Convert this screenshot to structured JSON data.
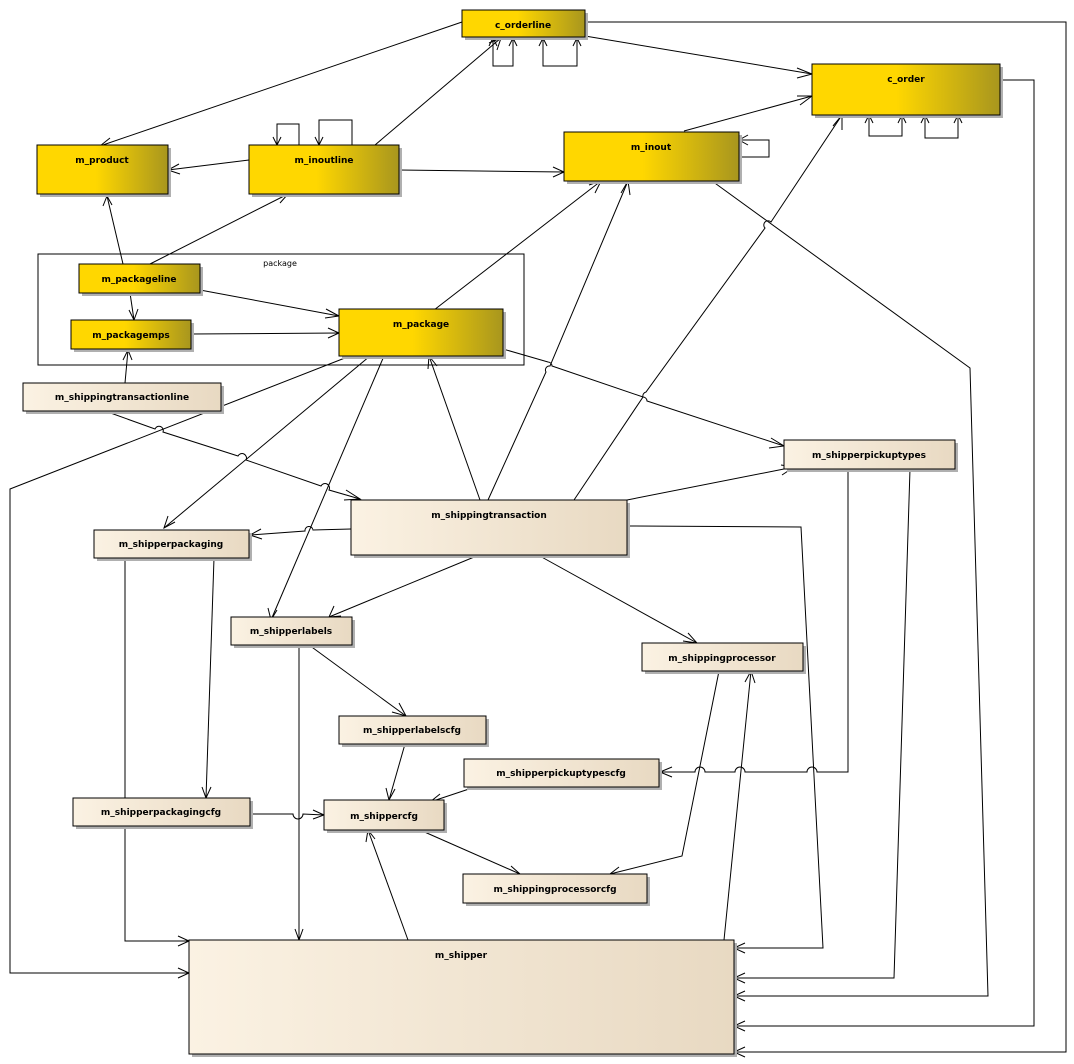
{
  "package": {
    "label": "package"
  },
  "entities": {
    "c_orderline": "c_orderline",
    "c_order": "c_order",
    "m_product": "m_product",
    "m_inoutline": "m_inoutline",
    "m_inout": "m_inout",
    "m_packageline": "m_packageline",
    "m_packagemps": "m_packagemps",
    "m_package": "m_package",
    "m_shippingtransactionline": "m_shippingtransactionline",
    "m_shipperpickuptypes": "m_shipperpickuptypes",
    "m_shippingtransaction": "m_shippingtransaction",
    "m_shipperpackaging": "m_shipperpackaging",
    "m_shipperlabels": "m_shipperlabels",
    "m_shippingprocessor": "m_shippingprocessor",
    "m_shipperlabelscfg": "m_shipperlabelscfg",
    "m_shipperpickuptypescfg": "m_shipperpickuptypescfg",
    "m_shipperpackagingcfg": "m_shipperpackagingcfg",
    "m_shippercfg": "m_shippercfg",
    "m_shippingprocessorcfg": "m_shippingprocessorcfg",
    "m_shipper": "m_shipper"
  },
  "colors": {
    "entity_yellow_start": "#FFD700",
    "entity_yellow_end": "#A8961E",
    "entity_cream_start": "#FBF2E3",
    "entity_cream_end": "#E8D9C2",
    "line": "#000000"
  }
}
